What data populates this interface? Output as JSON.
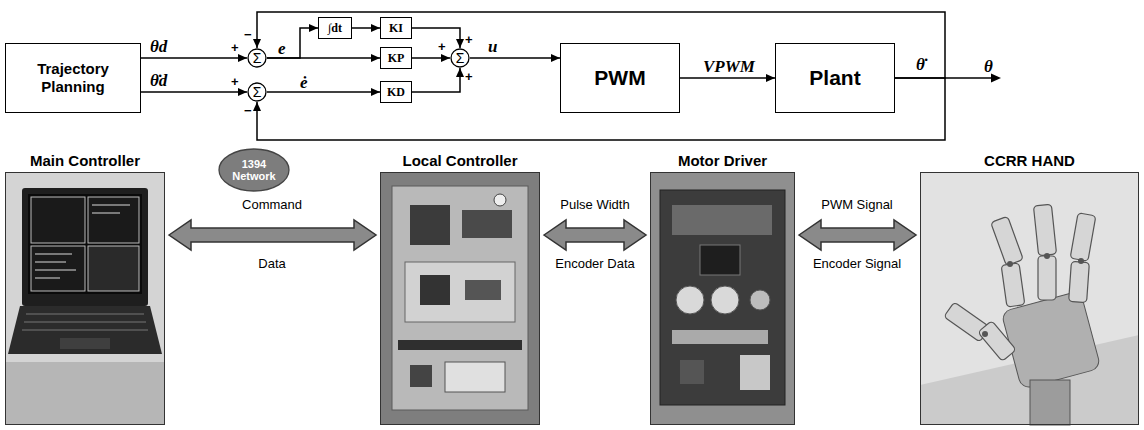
{
  "diagram": {
    "nodes": [
      {
        "text": [
          "Trajectory Planning"
        ]
      },
      {
        "text": [
          "Σ"
        ]
      },
      {
        "text": [
          "Σ"
        ]
      },
      {
        "text": [
          "∫dt"
        ]
      },
      {
        "text": [
          "KI"
        ]
      },
      {
        "text": [
          "KP"
        ]
      },
      {
        "text": [
          "KD"
        ]
      },
      {
        "text": [
          "Σ"
        ]
      },
      {
        "text": [
          "PWM"
        ]
      },
      {
        "text": [
          "Plant"
        ]
      },
      {
        "text": [
          "Main Controller"
        ]
      },
      {
        "text": [
          "1394 Network"
        ]
      },
      {
        "text": [
          "Local Controller"
        ]
      },
      {
        "text": [
          "Motor Driver"
        ]
      },
      {
        "text": [
          "CCRR HAND"
        ]
      }
    ],
    "edges": [
      {
        "from": 0,
        "to": 1,
        "arrow": "to",
        "label": "θd"
      },
      {
        "from": 0,
        "to": 2,
        "arrow": "to",
        "label": "θ̇d"
      },
      {
        "from": 1,
        "to": 3,
        "arrow": "to"
      },
      {
        "from": 3,
        "to": 4,
        "arrow": "to"
      },
      {
        "from": 1,
        "to": 5,
        "arrow": "to",
        "label": "e"
      },
      {
        "from": 2,
        "to": 6,
        "arrow": "to",
        "label": "ė"
      },
      {
        "from": 4,
        "to": 7,
        "arrow": "to"
      },
      {
        "from": 5,
        "to": 7,
        "arrow": "to"
      },
      {
        "from": 6,
        "to": 7,
        "arrow": "to"
      },
      {
        "from": 7,
        "to": 8,
        "arrow": "to",
        "label": "u"
      },
      {
        "from": 8,
        "to": 9,
        "arrow": "to",
        "label": "VPWM"
      },
      {
        "from": 9,
        "to": 1,
        "arrow": "to"
      },
      {
        "from": 9,
        "to": 2,
        "arrow": "to"
      },
      {
        "from": 10,
        "to": 12,
        "arrow": "both"
      },
      {
        "from": 12,
        "to": 13,
        "arrow": "both"
      },
      {
        "from": 13,
        "to": 14,
        "arrow": "both"
      }
    ],
    "labels": [
      "−",
      "+",
      "+",
      "−",
      "+",
      "+",
      "+",
      "θ̇",
      "θ",
      "Command",
      "Data",
      "Pulse Width",
      "Encoder Data",
      "PWM Signal",
      "Encoder Signal"
    ]
  }
}
